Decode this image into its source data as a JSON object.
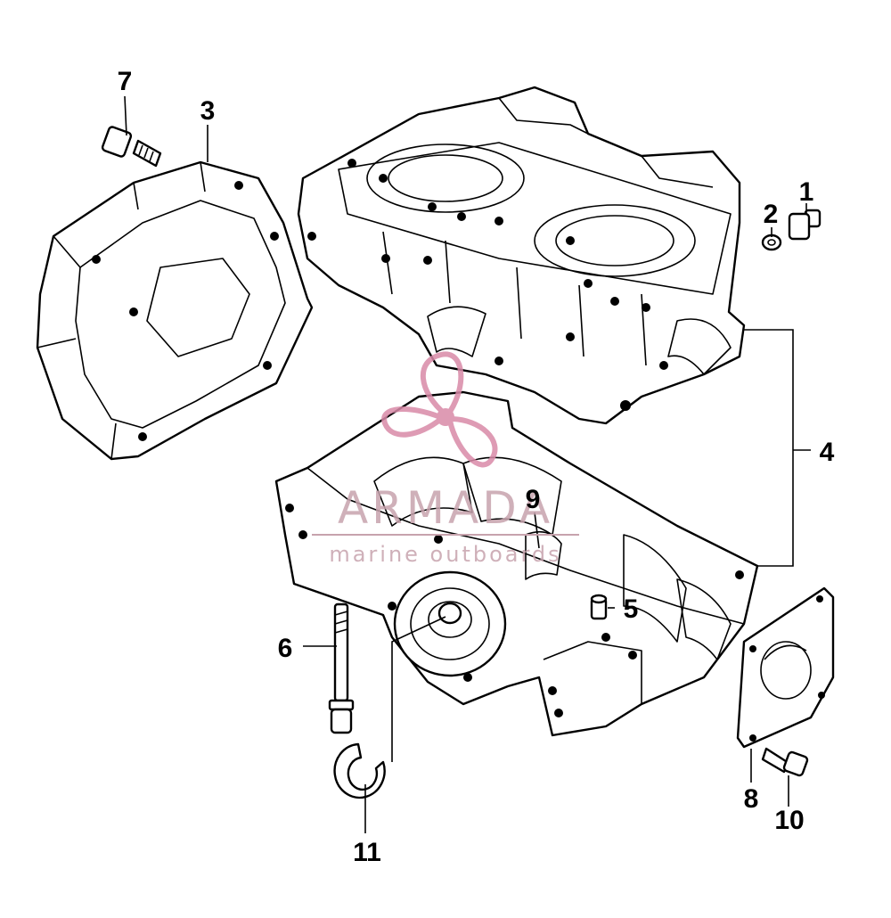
{
  "watermark": {
    "brand": "ARMADA",
    "tagline": "marine outboards",
    "color": "#c7a3ad"
  },
  "callouts": [
    "1",
    "2",
    "3",
    "4",
    "5",
    "6",
    "7",
    "8",
    "9",
    "10",
    "11"
  ],
  "parts_drawn": [
    "crankcase-upper",
    "crankcase-lower",
    "magneto-housing",
    "gasket-plate",
    "long-bolt",
    "short-bolt-top",
    "flange-bolt",
    "small-bolt",
    "washer",
    "retaining-ring",
    "dowel-pin"
  ]
}
